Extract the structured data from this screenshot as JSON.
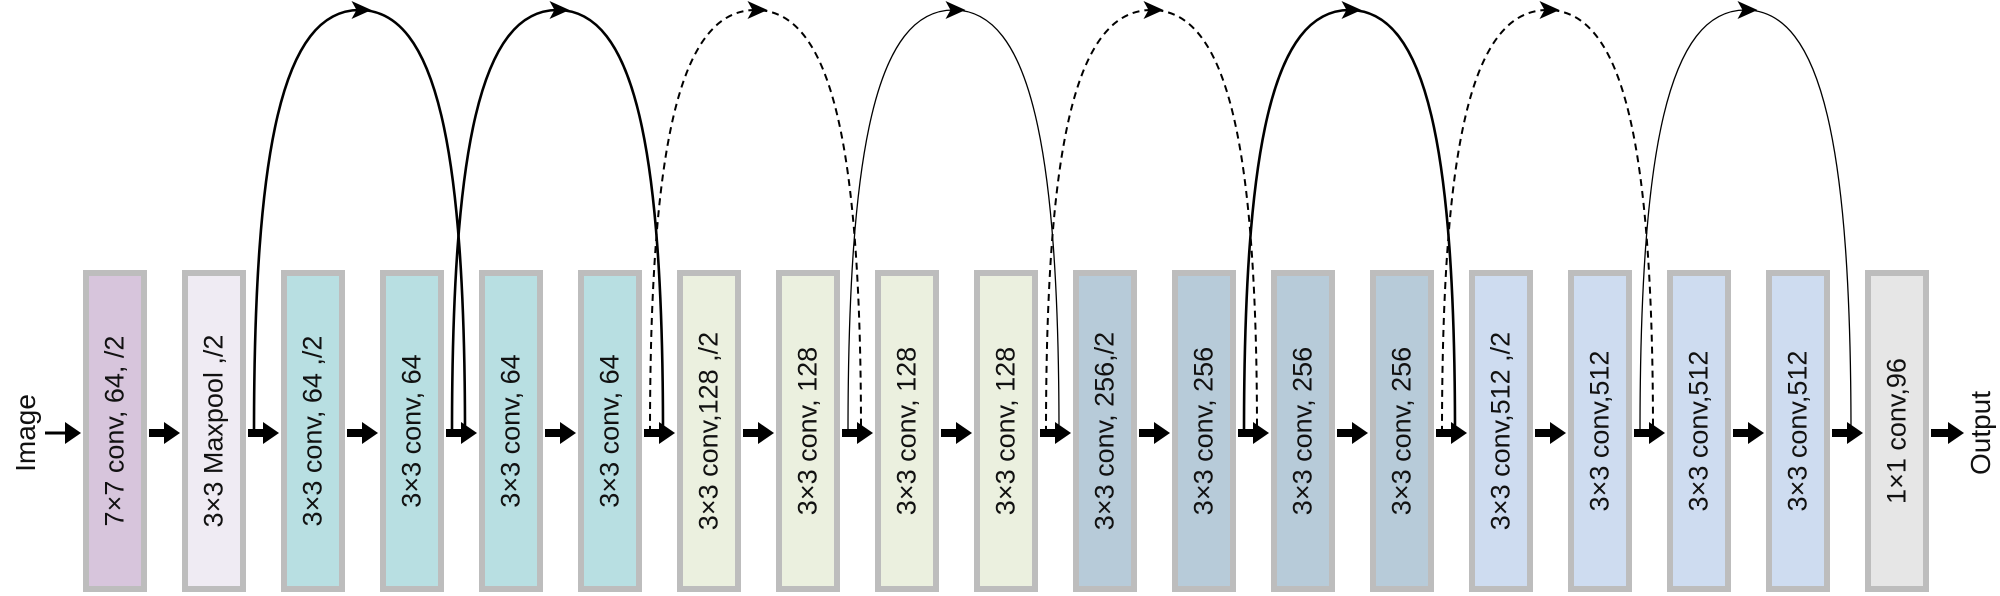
{
  "input_label": "Image",
  "output_label": "Output",
  "blocks": [
    {
      "label": "7×7 conv, 64, /2",
      "color": "#d7c5dc"
    },
    {
      "label": "3×3 Maxpool ,/2",
      "color": "#efebf3"
    },
    {
      "label": "3×3 conv, 64 ,/2",
      "color": "#b8dfe2"
    },
    {
      "label": "3×3 conv, 64",
      "color": "#b8dfe2"
    },
    {
      "label": "3×3 conv, 64",
      "color": "#b8dfe2"
    },
    {
      "label": "3×3 conv, 64",
      "color": "#b8dfe2"
    },
    {
      "label": "3×3 conv,128 ,/2",
      "color": "#ebf0df"
    },
    {
      "label": "3×3 conv, 128",
      "color": "#ebf0df"
    },
    {
      "label": "3×3 conv, 128",
      "color": "#ebf0df"
    },
    {
      "label": "3×3 conv, 128",
      "color": "#ebf0df"
    },
    {
      "label": "3×3 conv, 256,/2",
      "color": "#b7cbd9"
    },
    {
      "label": "3×3 conv, 256",
      "color": "#b7cbd9"
    },
    {
      "label": "3×3 conv, 256",
      "color": "#b7cbd9"
    },
    {
      "label": "3×3 conv, 256",
      "color": "#b7cbd9"
    },
    {
      "label": "3×3 conv,512 ,/2",
      "color": "#cedcf0"
    },
    {
      "label": "3×3 conv,512",
      "color": "#cedcf0"
    },
    {
      "label": "3×3 conv,512",
      "color": "#cedcf0"
    },
    {
      "label": "3×3 conv,512",
      "color": "#cedcf0"
    },
    {
      "label": "1×1 conv,96",
      "color": "#e6e6e6"
    }
  ],
  "skip_connections": [
    {
      "from_block": 2,
      "to_block": 4,
      "style": "solid-thick"
    },
    {
      "from_block": 4,
      "to_block": 6,
      "style": "solid-thick"
    },
    {
      "from_block": 6,
      "to_block": 8,
      "style": "dashed"
    },
    {
      "from_block": 8,
      "to_block": 10,
      "style": "solid-thin"
    },
    {
      "from_block": 10,
      "to_block": 12,
      "style": "dashed"
    },
    {
      "from_block": 12,
      "to_block": 14,
      "style": "solid-thick"
    },
    {
      "from_block": 14,
      "to_block": 16,
      "style": "dashed"
    },
    {
      "from_block": 16,
      "to_block": 18,
      "style": "solid-thin"
    }
  ]
}
